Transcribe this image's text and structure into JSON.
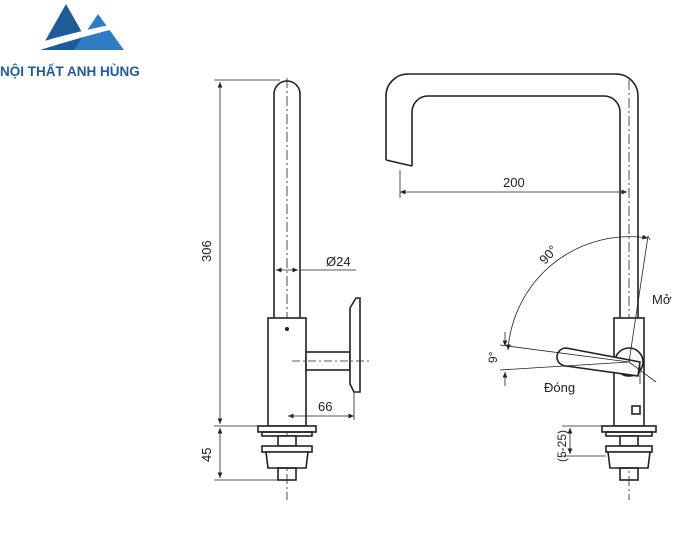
{
  "brand": {
    "name": "NỘI THẤT ANH HÙNG",
    "colors": {
      "primary": "#1f5b97",
      "accent": "#2f7cc4"
    }
  },
  "dimensions": {
    "height_total": "306",
    "diameter": "Ø24",
    "handle_offset": "66",
    "base_height": "45",
    "spout_reach": "200",
    "mount_range": "(5-25)"
  },
  "angles": {
    "open_angle": "90°",
    "closed_angle": "9°"
  },
  "labels": {
    "open": "Mở",
    "closed": "Đóng"
  }
}
